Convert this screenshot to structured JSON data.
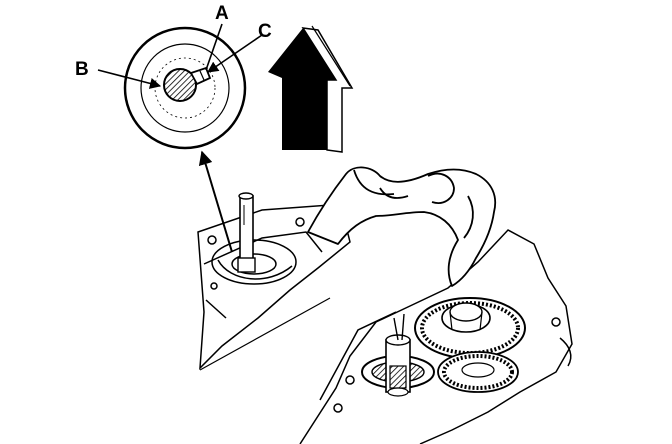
{
  "figure": {
    "callouts": {
      "a": "A",
      "b": "B",
      "c": "C"
    },
    "colors": {
      "ink": "#000000",
      "paper": "#ffffff"
    }
  }
}
